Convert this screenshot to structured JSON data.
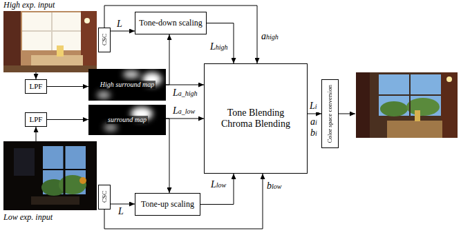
{
  "diagram": {
    "nodes": [
      {
        "text": [
          "High exp. input"
        ]
      },
      {
        "text": [
          "CSC"
        ]
      },
      {
        "text": [
          "Tone-down scaling"
        ]
      },
      {
        "text": [
          "LPF"
        ]
      },
      {
        "text": [
          "High surround map"
        ]
      },
      {
        "text": [
          "Tone Blending Chroma Blending"
        ]
      },
      {
        "text": [
          "surround map"
        ]
      },
      {
        "text": [
          "Color space conversion"
        ]
      },
      {
        "text": [
          "LPF"
        ]
      },
      {
        "text": [
          "Low exp. input"
        ]
      },
      {
        "text": [
          "CSC"
        ]
      },
      {
        "text": [
          "Tone-up scaling"
        ]
      }
    ],
    "edges": [
      {
        "from": 0,
        "to": 3,
        "arrow": "to"
      },
      {
        "from": 3,
        "to": 4,
        "arrow": "to"
      },
      {
        "from": 1,
        "to": 2,
        "arrow": "to",
        "label": "L"
      },
      {
        "from": 1,
        "to": 5,
        "arrow": "to",
        "label": "ahigh"
      },
      {
        "from": 4,
        "to": 2,
        "arrow": "to"
      },
      {
        "from": 4,
        "to": 5,
        "arrow": "to",
        "label": "La_high"
      },
      {
        "from": 2,
        "to": 5,
        "arrow": "to",
        "label": "Lhigh"
      },
      {
        "from": 9,
        "to": 8,
        "arrow": "to"
      },
      {
        "from": 8,
        "to": 6,
        "arrow": "to"
      },
      {
        "from": 6,
        "to": 11,
        "arrow": "to"
      },
      {
        "from": 6,
        "to": 5,
        "arrow": "to",
        "label": "La_low"
      },
      {
        "from": 10,
        "to": 11,
        "arrow": "to",
        "label": "L"
      },
      {
        "from": 10,
        "to": 5,
        "arrow": "to",
        "label": "blow"
      },
      {
        "from": 11,
        "to": 5,
        "arrow": "to",
        "label": "Llow"
      },
      {
        "from": 5,
        "to": 7,
        "arrow": "to",
        "label": "Li"
      }
    ],
    "labels": [
      "ai",
      "bi"
    ]
  }
}
